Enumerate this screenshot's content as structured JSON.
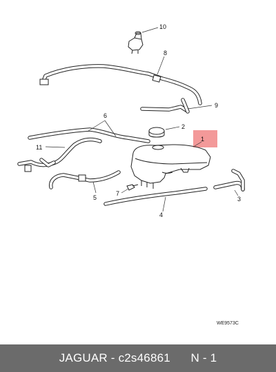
{
  "callouts": [
    {
      "id": "10",
      "label": "10"
    },
    {
      "id": "8",
      "label": "8"
    },
    {
      "id": "9",
      "label": "9"
    },
    {
      "id": "6",
      "label": "6"
    },
    {
      "id": "2",
      "label": "2"
    },
    {
      "id": "1",
      "label": "1"
    },
    {
      "id": "11",
      "label": "11"
    },
    {
      "id": "5",
      "label": "5"
    },
    {
      "id": "7",
      "label": "7"
    },
    {
      "id": "3",
      "label": "3"
    },
    {
      "id": "4",
      "label": "4"
    }
  ],
  "highlight": {
    "part": "1",
    "color": "#f08080"
  },
  "drawing_code": "WE9573C",
  "footer": {
    "brand": "JAGUAR",
    "separator": " - ",
    "part_number": "c2s46861",
    "suffix": "N - 1"
  },
  "colors": {
    "footer_bg": "#6b6b6b",
    "footer_text": "#ffffff",
    "line": "#222222"
  }
}
